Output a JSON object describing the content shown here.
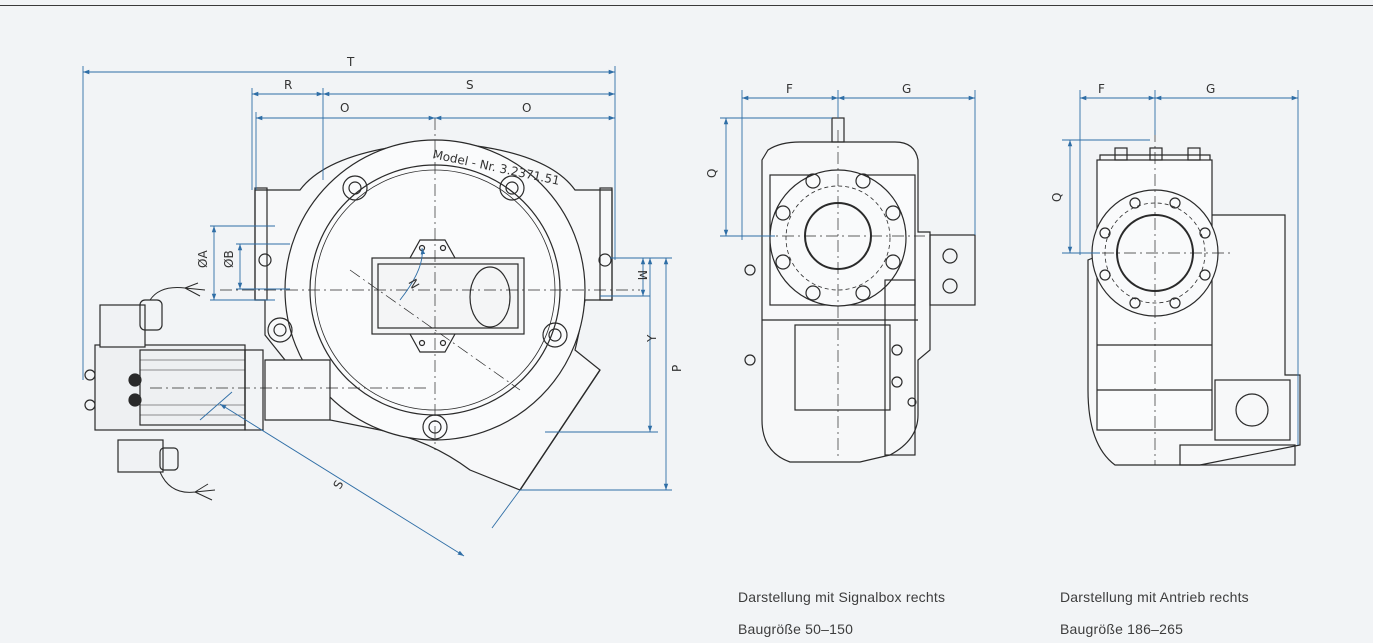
{
  "labels": {
    "T": "T",
    "R": "R",
    "S": "S",
    "O": "O",
    "dA": "ØA",
    "dB": "ØB",
    "N": "N",
    "M": "M",
    "Y": "Y",
    "P": "P",
    "F": "F",
    "G": "G",
    "Q": "Q",
    "model": "Model - Nr. 3.2371.51"
  },
  "captions": {
    "view2_title": "Darstellung mit Signalbox rechts",
    "view2_size": "Baugröße 50–150",
    "view3_title": "Darstellung mit Antrieb rechts",
    "view3_size": "Baugröße 186–265"
  },
  "colors": {
    "dimension": "#2f6ea6",
    "outline": "#2a2a2a",
    "background": "#f2f4f6"
  }
}
